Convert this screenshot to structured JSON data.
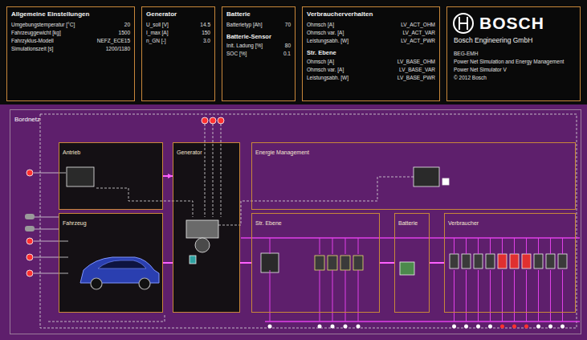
{
  "diagram": {
    "nodes": [
      {
        "text": [
          "Allgemeine Einstellungen",
          "Umgebungstemperatur [°C]",
          "20",
          "Fahrzeuggewicht [kg]",
          "1500",
          "Fahrzyklus-Modell",
          "NEFZ_ECE15",
          "Simulationszeit [s]",
          "1200/1180"
        ]
      },
      {
        "text": [
          "Generator",
          "U_soll [V]",
          "14.5",
          "I_max [A]",
          "150",
          "n_GN [-]",
          "3.0"
        ]
      },
      {
        "text": [
          "Batterie",
          "Batterietyp [Ah]",
          "70",
          "Batterie-Sensor",
          "Init. Ladung [%]",
          "80",
          "SOC [%]",
          "0.1"
        ]
      },
      {
        "text": [
          "Verbraucherverhalten",
          "Ohmsch [A]",
          "LV_ACT_OHM",
          "Ohmsch var. [A]",
          "LV_ACT_VAR",
          "Leistungsabh. [W]",
          "LV_ACT_PWR",
          "Str. Ebene",
          "Ohmsch [A]",
          "LV_BASE_OHM",
          "Ohmsch var. [A]",
          "LV_BASE_VAR",
          "Leistungsabh. [W]",
          "LV_BASE_PWR"
        ]
      },
      {
        "text": [
          "BOSCH",
          "Bosch Engineering GmbH",
          "BEG-EMH",
          "Power Net Simulation and Energy Management",
          "Power Net Simulator V",
          "© 2012 Bosch"
        ]
      },
      {
        "text": [
          "Bordnetz"
        ]
      },
      {
        "text": [
          "Antrieb"
        ],
        "in": 5
      },
      {
        "text": [
          "Fahrzeug"
        ],
        "in": 5
      },
      {
        "text": [
          "Generator"
        ],
        "in": 5
      },
      {
        "text": [
          "Energie Management"
        ],
        "in": 5
      },
      {
        "text": [
          "Str. Ebene"
        ],
        "in": 5
      },
      {
        "text": [
          "Batterie"
        ],
        "in": 5
      },
      {
        "text": [
          "Verbraucher"
        ],
        "in": 5
      }
    ],
    "edges": [
      {
        "from": 6,
        "to": 8,
        "arrow": "to"
      },
      {
        "from": 7,
        "to": 8,
        "arrow": "none"
      },
      {
        "from": 8,
        "to": 10,
        "arrow": "none"
      },
      {
        "from": 10,
        "to": 11,
        "arrow": "none"
      },
      {
        "from": 11,
        "to": 12,
        "arrow": "none"
      }
    ]
  }
}
